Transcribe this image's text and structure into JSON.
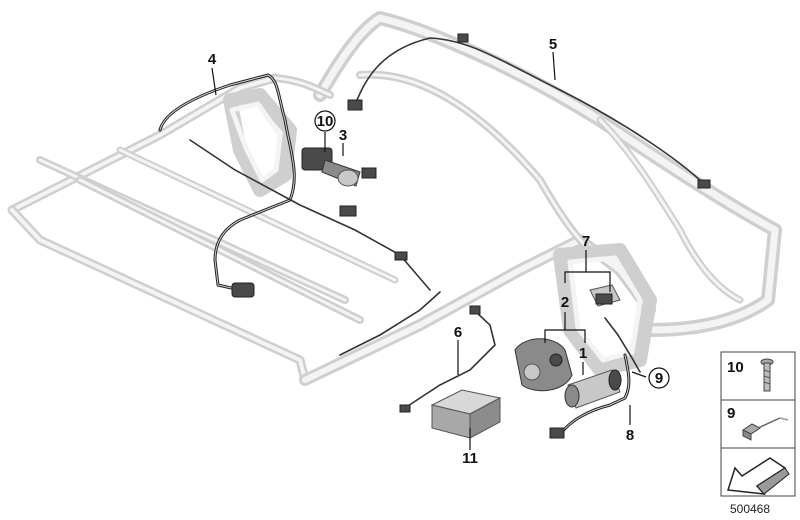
{
  "diagram": {
    "diagram_id": "500468",
    "callouts": [
      {
        "id": "1",
        "label": "1"
      },
      {
        "id": "2",
        "label": "2"
      },
      {
        "id": "3",
        "label": "3"
      },
      {
        "id": "4",
        "label": "4"
      },
      {
        "id": "5",
        "label": "5"
      },
      {
        "id": "6",
        "label": "6"
      },
      {
        "id": "7",
        "label": "7"
      },
      {
        "id": "8",
        "label": "8"
      },
      {
        "id": "9",
        "label": "9"
      },
      {
        "id": "10",
        "label": "10"
      },
      {
        "id": "11",
        "label": "11"
      }
    ],
    "legend": [
      {
        "number": "10",
        "icon": "screw-icon"
      },
      {
        "number": "9",
        "icon": "connector-pin-icon"
      },
      {
        "number": "",
        "icon": "arrow-pointer-icon"
      }
    ]
  }
}
